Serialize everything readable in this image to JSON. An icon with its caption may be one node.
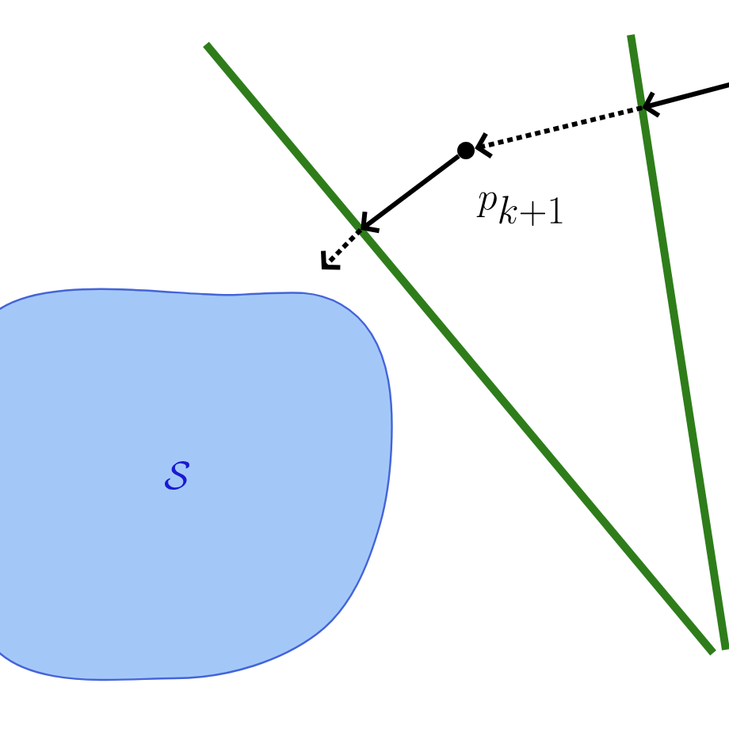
{
  "diagram": {
    "nodes": [
      {
        "text": [
          "\\mathcal{S}"
        ]
      },
      {
        "text": [],
        "shape": "circle"
      },
      {
        "text": [],
        "shape": "line"
      },
      {
        "text": [],
        "shape": "line"
      }
    ],
    "edges": [
      {
        "from": null,
        "to": 3,
        "arrow": "to"
      },
      {
        "from": 3,
        "to": 1,
        "arrow": "to",
        "style": "dashed"
      },
      {
        "from": 1,
        "to": 2,
        "arrow": "to"
      },
      {
        "from": 2,
        "to": null,
        "arrow": "to",
        "style": "dashed"
      }
    ],
    "labels": [
      "p_{k+1}"
    ]
  }
}
